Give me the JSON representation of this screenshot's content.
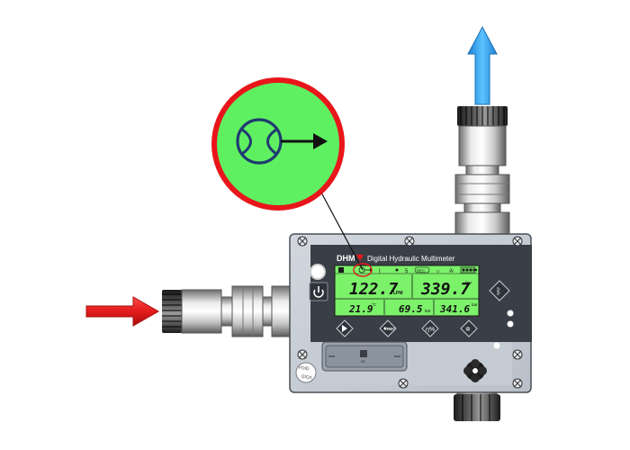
{
  "device": {
    "brand": "DHM",
    "model_title": "Digital Hydraulic Multimeter",
    "seal_text": "VOID",
    "sd_label": "SD"
  },
  "lcd": {
    "flow_value": "122.7",
    "flow_unit": "LPM",
    "pressure_value": "339.7",
    "pressure_unit": "bar",
    "temp_value": "21.9",
    "temp_unit": "°C",
    "power_value": "69.5",
    "power_unit": "kW",
    "pressure2_value": "341.6",
    "pressure2_unit": "bar",
    "status_count": "5",
    "rec_indicator": "REC"
  },
  "buttons": {
    "rec_label": "REC",
    "eta_label": "η%"
  },
  "colors": {
    "lcd_background": "#7cf16a",
    "callout_fill": "#5ef061",
    "callout_border": "#e8161b",
    "inlet_arrow": "#e21b1b",
    "outlet_arrow": "#2a9be0",
    "flow_icon": "#1f3a70"
  },
  "icons": {
    "flow_direction": "flow-direction-icon",
    "bluetooth": "bluetooth-icon",
    "power": "power-icon"
  }
}
